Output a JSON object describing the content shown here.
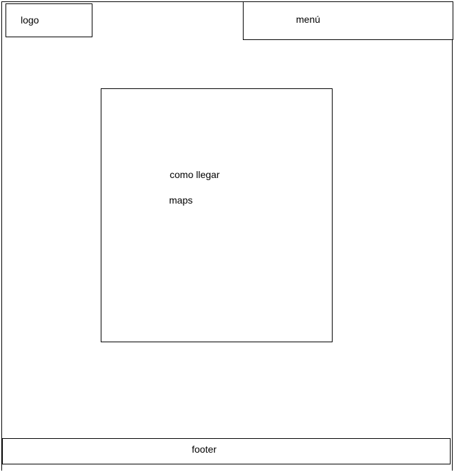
{
  "header": {
    "logo_label": "logo",
    "menu_label": "menú"
  },
  "main": {
    "content_lines": [
      "como llegar",
      "maps"
    ]
  },
  "footer": {
    "label": "footer"
  }
}
